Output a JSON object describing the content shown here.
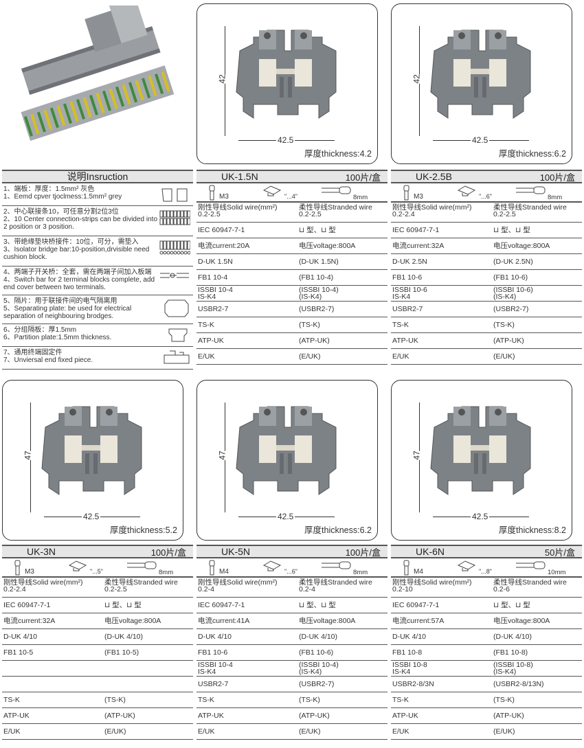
{
  "instructions": {
    "title": "说明Insruction",
    "items": [
      {
        "zh": "1、端板：厚度：1.5mm² 灰色",
        "en": "1、Eemd cpver tjoclmess:1.5mm² grey",
        "icon": "end-cover-icon"
      },
      {
        "zh": "2、中心联接条10，可任意分割2位3位",
        "en": "2、10 Center connection-strips can be divided into 2 position or 3 position.",
        "icon": "connection-strip-icon"
      },
      {
        "zh": "3、带绝缘垫块桥接件：10位，可分，需垫入",
        "en": "3、Isolator bridge bar:10-position,drvisible need cushion block.",
        "icon": "bridge-bar-icon"
      },
      {
        "zh": "4、两端子开关桥：全套，需在两端子间加入板端",
        "en": "4、Switch bar for 2 terminal blocks complete, add end cover between two terminals.",
        "icon": "switch-bar-icon"
      },
      {
        "zh": "5、隔片：用于联接件间的电气隔离用",
        "en": "5、Separating plate: be used for electrical separation of neighbouring brodges.",
        "icon": "separating-plate-icon"
      },
      {
        "zh": "6、分组隔板：厚1.5mm",
        "en": "6、Partition plate:1.5mm thickness.",
        "icon": "partition-plate-icon"
      },
      {
        "zh": "7、通用终端固定件",
        "en": "7、Unviersal end fixed piece.",
        "icon": "end-fixed-piece-icon"
      }
    ]
  },
  "colors": {
    "block": "#7d8287",
    "header_bg": "#e6e6e6"
  },
  "products": [
    {
      "model": "UK-1.5N",
      "pack": "100片/盒",
      "height": "42",
      "width": "42.5",
      "thickness": "厚度thickness:4.2",
      "screw": "M3",
      "gauge": "\"...4\"",
      "strip": "8mm",
      "solid": "刚性导线Solid wire(mm²)",
      "solid_val": "0.2-2.5",
      "stranded": "柔性导线Stranded wire",
      "stranded_val": "0.2-2.5",
      "std": "IEC 60947-7-1",
      "rail": "⊔ 型、⊔ 型",
      "current": "电流current:20A",
      "voltage": "电压voltage:800A",
      "rows": [
        [
          "D-UK 1.5N",
          "(D-UK 1.5N)"
        ],
        [
          "FB1  10-4",
          "(FB1  10-4)"
        ],
        [
          "ISSBI  10-4\nIS-K4",
          "(ISSBI  10-4)\n(IS-K4)"
        ],
        [
          "USBR2-7",
          "(USBR2-7)"
        ],
        [
          "TS-K",
          "(TS-K)"
        ],
        [
          "ATP-UK",
          "(ATP-UK)"
        ],
        [
          "E/UK",
          "(E/UK)"
        ]
      ]
    },
    {
      "model": "UK-2.5B",
      "pack": "100片/盒",
      "height": "42",
      "width": "42.5",
      "thickness": "厚度thickness:6.2",
      "screw": "M3",
      "gauge": "\"...6\"",
      "strip": "8mm",
      "solid": "刚性导线Solid wire(mm²)",
      "solid_val": "0.2-2.4",
      "stranded": "柔性导线Stranded wire",
      "stranded_val": "0.2-2.5",
      "std": "IEC 60947-7-1",
      "rail": "⊔ 型、⊔ 型",
      "current": "电流current:32A",
      "voltage": "电压voltage:800A",
      "rows": [
        [
          "D-UK 2.5N",
          "(D-UK 2.5N)"
        ],
        [
          "FB1  10-6",
          "(FB1  10-6)"
        ],
        [
          "ISSBI  10-6\nIS-K4",
          "(ISSBI  10-6)\n(IS-K4)"
        ],
        [
          "USBR2-7",
          "(USBR2-7)"
        ],
        [
          "TS-K",
          "(TS-K)"
        ],
        [
          "ATP-UK",
          "(ATP-UK)"
        ],
        [
          "E/UK",
          "(E/UK)"
        ]
      ]
    },
    {
      "model": "UK-3N",
      "pack": "100片/盒",
      "height": "47",
      "width": "42.5",
      "thickness": "厚度thickness:5.2",
      "screw": "M3",
      "gauge": "\"...5\"",
      "strip": "8mm",
      "solid": "刚性导线Solid wire(mm²)",
      "solid_val": "0.2-2.4",
      "stranded": "柔性导线Stranded wire",
      "stranded_val": "0.2-2.5",
      "std": "IEC 60947-7-1",
      "rail": "⊔ 型、⊔ 型",
      "current": "电流current:32A",
      "voltage": "电压voltage:800A",
      "rows": [
        [
          "D-UK 4/10",
          "(D-UK 4/10)"
        ],
        [
          "FB1  10-5",
          "(FB1  10-5)"
        ],
        [
          "",
          ""
        ],
        [
          "",
          ""
        ],
        [
          "TS-K",
          "(TS-K)"
        ],
        [
          "ATP-UK",
          "(ATP-UK)"
        ],
        [
          "E/UK",
          "(E/UK)"
        ]
      ]
    },
    {
      "model": "UK-5N",
      "pack": "100片/盒",
      "height": "47",
      "width": "42.5",
      "thickness": "厚度thickness:6.2",
      "screw": "M4",
      "gauge": "\"...6\"",
      "strip": "8mm",
      "solid": "刚性导线Solid wire(mm²)",
      "solid_val": "0.2-4",
      "stranded": "柔性导线Stranded wire",
      "stranded_val": "0.2-4",
      "std": "IEC 60947-7-1",
      "rail": "⊔ 型、⊔ 型",
      "current": "电流current:41A",
      "voltage": "电压voltage:800A",
      "rows": [
        [
          "D-UK 4/10",
          "(D-UK 4/10)"
        ],
        [
          "FB1  10-6",
          "(FB1  10-6)"
        ],
        [
          "ISSBI  10-4\nIS-K4",
          "(ISSBI  10-4)\n(IS-K4)"
        ],
        [
          "USBR2-7",
          "(USBR2-7)"
        ],
        [
          "TS-K",
          "(TS-K)"
        ],
        [
          "ATP-UK",
          "(ATP-UK)"
        ],
        [
          "E/UK",
          "(E/UK)"
        ]
      ]
    },
    {
      "model": "UK-6N",
      "pack": "50片/盒",
      "height": "47",
      "width": "42.5",
      "thickness": "厚度thickness:8.2",
      "screw": "M4",
      "gauge": "\"...8\"",
      "strip": "10mm",
      "solid": "刚性导线Solid wire(mm²)",
      "solid_val": "0.2-10",
      "stranded": "柔性导线Stranded wire",
      "stranded_val": "0.2-6",
      "std": "IEC 60947-7-1",
      "rail": "⊔ 型、⊔ 型",
      "current": "电流current:57A",
      "voltage": "电压voltage:800A",
      "rows": [
        [
          "D-UK 4/10",
          "(D-UK 4/10)"
        ],
        [
          "FB1  10-8",
          "(FB1  10-8)"
        ],
        [
          "ISSBI  10-8\nIS-K4",
          "(ISSBI  10-8)\n(IS-K4)"
        ],
        [
          "USBR2-8/3N",
          "(USBR2-8/13N)"
        ],
        [
          "TS-K",
          "(TS-K)"
        ],
        [
          "ATP-UK",
          "(ATP-UK)"
        ],
        [
          "E/UK",
          "(E/UK)"
        ]
      ]
    }
  ]
}
